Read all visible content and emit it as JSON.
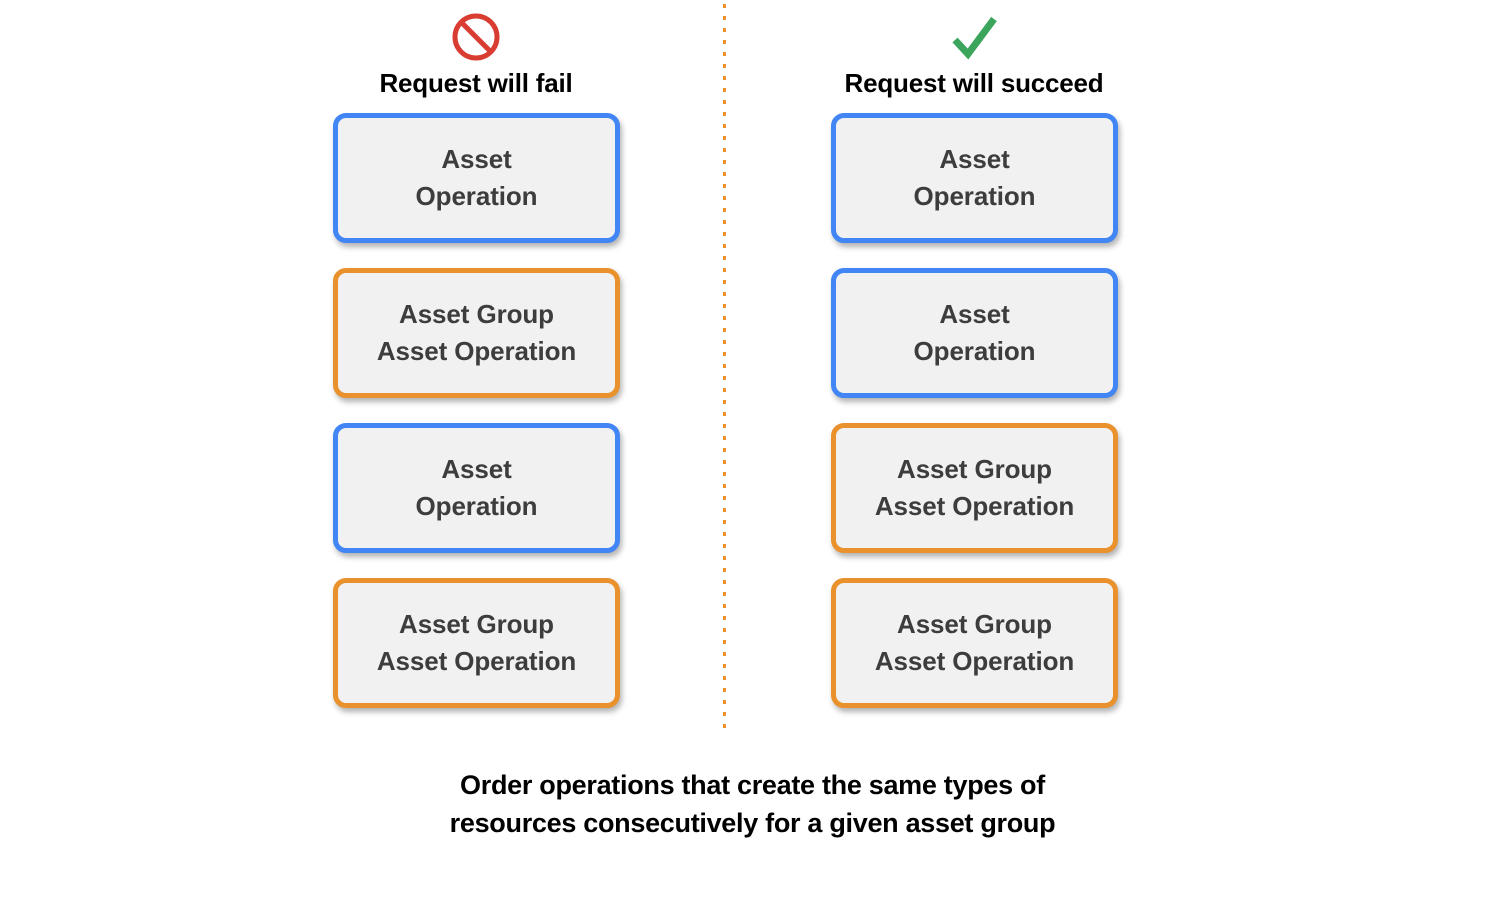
{
  "colors": {
    "blue_border": "#4285F4",
    "orange_border": "#E8912D",
    "box_fill": "#F1F1F1",
    "text": "#3D3D3D",
    "fail_icon": "#D93D32",
    "success_icon": "#3BA55C",
    "divider": "#E8912D",
    "background": "#FFFFFF"
  },
  "columns": [
    {
      "id": "fail",
      "icon": "prohibition-icon",
      "title": "Request will fail",
      "boxes": [
        {
          "label": "Asset\nOperation",
          "type": "asset",
          "color": "#4285F4"
        },
        {
          "label": "Asset Group\nAsset Operation",
          "type": "asset-group",
          "color": "#E8912D"
        },
        {
          "label": "Asset\nOperation",
          "type": "asset",
          "color": "#4285F4"
        },
        {
          "label": "Asset Group\nAsset Operation",
          "type": "asset-group",
          "color": "#E8912D"
        }
      ]
    },
    {
      "id": "succeed",
      "icon": "checkmark-icon",
      "title": "Request will succeed",
      "boxes": [
        {
          "label": "Asset\nOperation",
          "type": "asset",
          "color": "#4285F4"
        },
        {
          "label": "Asset\nOperation",
          "type": "asset",
          "color": "#4285F4"
        },
        {
          "label": "Asset Group\nAsset Operation",
          "type": "asset-group",
          "color": "#E8912D"
        },
        {
          "label": "Asset Group\nAsset Operation",
          "type": "asset-group",
          "color": "#E8912D"
        }
      ]
    }
  ],
  "caption": "Order operations that create the same types of\nresources consecutively for a given asset group"
}
